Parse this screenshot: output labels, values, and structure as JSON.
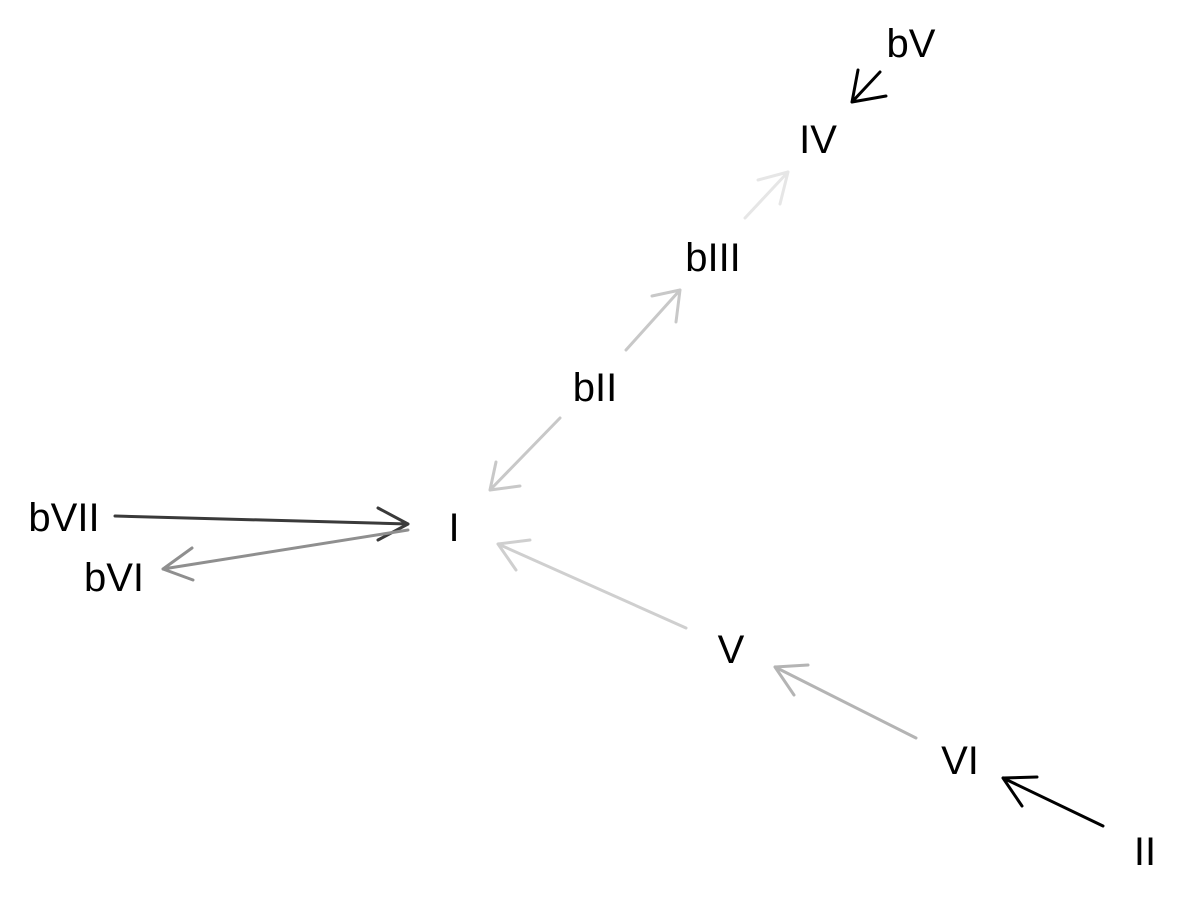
{
  "nodes": [
    {
      "id": "I",
      "label": "I"
    },
    {
      "id": "bII",
      "label": "bII"
    },
    {
      "id": "bIII",
      "label": "bIII"
    },
    {
      "id": "IV",
      "label": "IV"
    },
    {
      "id": "bV",
      "label": "bV"
    },
    {
      "id": "V",
      "label": "V"
    },
    {
      "id": "VI",
      "label": "VI"
    },
    {
      "id": "II",
      "label": "II"
    },
    {
      "id": "bVI",
      "label": "bVI"
    },
    {
      "id": "bVII",
      "label": "bVII"
    }
  ],
  "edges": [
    {
      "from": "bII",
      "to": "I",
      "color": "#c8c8c8"
    },
    {
      "from": "bII",
      "to": "bIII",
      "color": "#c8c8c8"
    },
    {
      "from": "bIII",
      "to": "IV",
      "color": "#e6e6e6"
    },
    {
      "from": "bV",
      "to": "IV",
      "color": "#000000"
    },
    {
      "from": "bVII",
      "to": "I",
      "color": "#3a3a3a"
    },
    {
      "from": "I",
      "to": "bVI",
      "color": "#8f8f8f"
    },
    {
      "from": "V",
      "to": "I",
      "color": "#cfcfcf"
    },
    {
      "from": "VI",
      "to": "V",
      "color": "#b4b4b4"
    },
    {
      "from": "II",
      "to": "VI",
      "color": "#000000"
    }
  ]
}
